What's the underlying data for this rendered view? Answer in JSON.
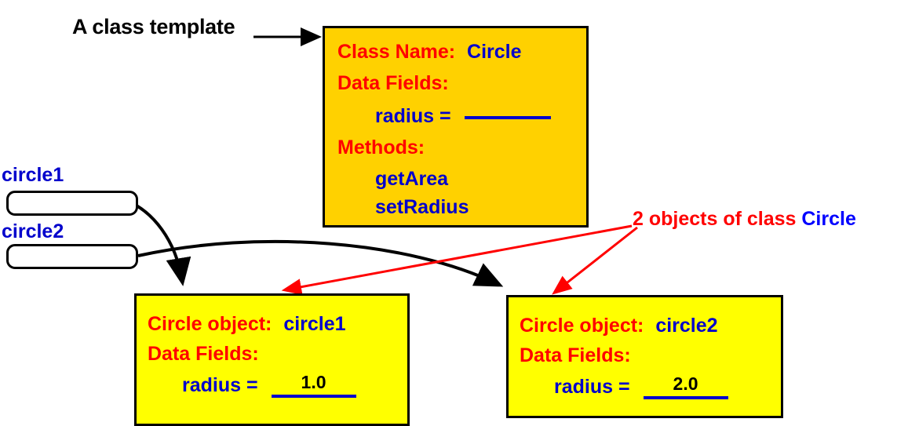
{
  "diagram": {
    "caption": "A class template",
    "annotation": {
      "text": "2 objects of class ",
      "class_name": "Circle",
      "text_color": "#FF0000",
      "class_color": "#0000FF"
    },
    "class_template": {
      "background": "#FFD100",
      "rows": {
        "class_name_label": "Class Name:",
        "class_name_value": "Circle",
        "data_fields_label": "Data Fields:",
        "radius_label": "radius =",
        "radius_value": "",
        "methods_label": "Methods:",
        "method_1": "getArea",
        "method_2": "setRadius"
      }
    },
    "references": [
      {
        "label": "circle1"
      },
      {
        "label": "circle2"
      }
    ],
    "objects": [
      {
        "background": "#FFFF00",
        "title_label": "Circle object:",
        "title_value": "circle1",
        "data_fields_label": "Data Fields:",
        "radius_label": "radius =",
        "radius_value": "1.0"
      },
      {
        "background": "#FFFF00",
        "title_label": "Circle object:",
        "title_value": "circle2",
        "data_fields_label": "Data Fields:",
        "radius_label": "radius =",
        "radius_value": "2.0"
      }
    ]
  }
}
